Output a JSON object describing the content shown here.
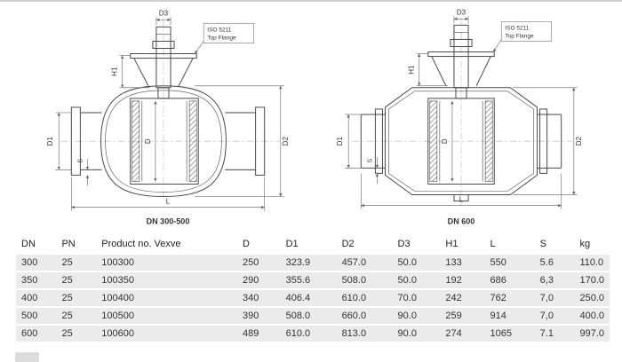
{
  "diagrams": {
    "labels": {
      "d3": "D3",
      "iso_line1": "ISO 5211",
      "iso_line2": "Top Flange",
      "h1": "H1",
      "d1": "D1",
      "d": "D",
      "s": "S",
      "d2": "D2",
      "l": "L"
    },
    "left": {
      "caption": "DN 300-500"
    },
    "right": {
      "caption": "DN 600"
    }
  },
  "table": {
    "columns": [
      "DN",
      "PN",
      "Product no. Vexve",
      "D",
      "D1",
      "D2",
      "D3",
      "H1",
      "L",
      "S",
      "kg"
    ],
    "rows": [
      [
        "300",
        "25",
        "100300",
        "250",
        "323.9",
        "457.0",
        "50.0",
        "133",
        "550",
        "5.6",
        "110.0"
      ],
      [
        "350",
        "25",
        "100350",
        "290",
        "355.6",
        "508.0",
        "50.0",
        "192",
        "686",
        "6,3",
        "170.0"
      ],
      [
        "400",
        "25",
        "100400",
        "340",
        "406.4",
        "610.0",
        "70.0",
        "242",
        "762",
        "7,0",
        "250.0"
      ],
      [
        "500",
        "25",
        "100500",
        "390",
        "508.0",
        "660.0",
        "90.0",
        "259",
        "914",
        "7,0",
        "400.0"
      ],
      [
        "600",
        "25",
        "100600",
        "489",
        "610.0",
        "813.0",
        "90.0",
        "274",
        "1065",
        "7.1",
        "997.0"
      ]
    ]
  },
  "colors": {
    "row_bg": "#ebebeb",
    "drawing_line": "#4a4a4a",
    "dimension_line": "#777777"
  }
}
